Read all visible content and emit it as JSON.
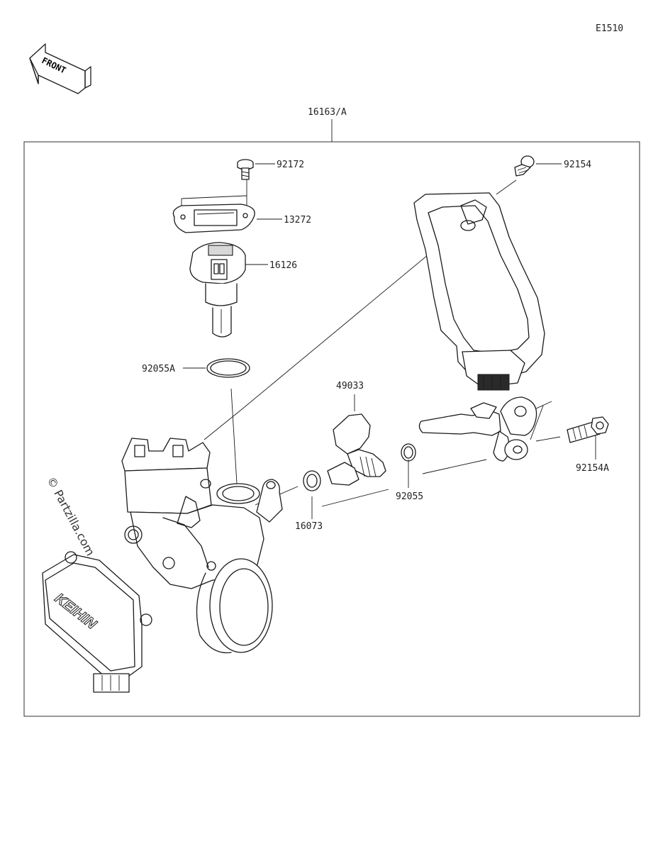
{
  "diagram": {
    "code": "E1510",
    "direction_label": "FRONT",
    "assembly_label": "16163/A",
    "parts": [
      "92172",
      "13272",
      "16126",
      "92055A",
      "49033",
      "92154",
      "92154A",
      "92055",
      "16073"
    ],
    "brand_mark": "KEIHIN",
    "watermark": "© Partzilla.com"
  }
}
